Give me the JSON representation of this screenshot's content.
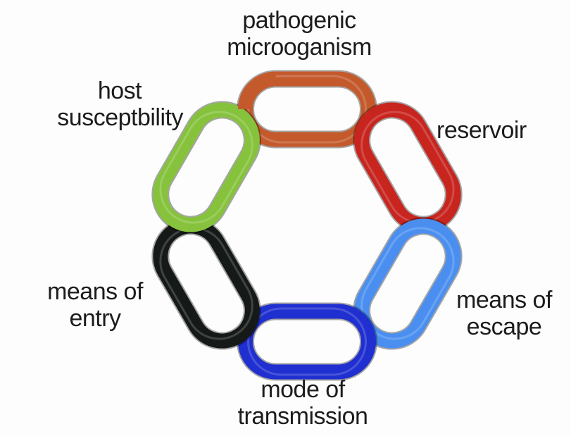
{
  "links": [
    {
      "id": "pathogenic-microorganism",
      "lines": [
        "pathogenic",
        "microoganism"
      ],
      "color": "#c45a2c"
    },
    {
      "id": "reservoir",
      "lines": [
        "reservoir"
      ],
      "color": "#c8251f"
    },
    {
      "id": "means-of-escape",
      "lines": [
        "means of",
        "escape"
      ],
      "color": "#4a8ff0"
    },
    {
      "id": "mode-of-transmission",
      "lines": [
        "mode of",
        "transmission"
      ],
      "color": "#1f2fd0"
    },
    {
      "id": "means-of-entry",
      "lines": [
        "means of",
        "entry"
      ],
      "color": "#151a18"
    },
    {
      "id": "host-susceptibility",
      "lines": [
        "host",
        "susceptbility"
      ],
      "color": "#86c23c"
    }
  ]
}
